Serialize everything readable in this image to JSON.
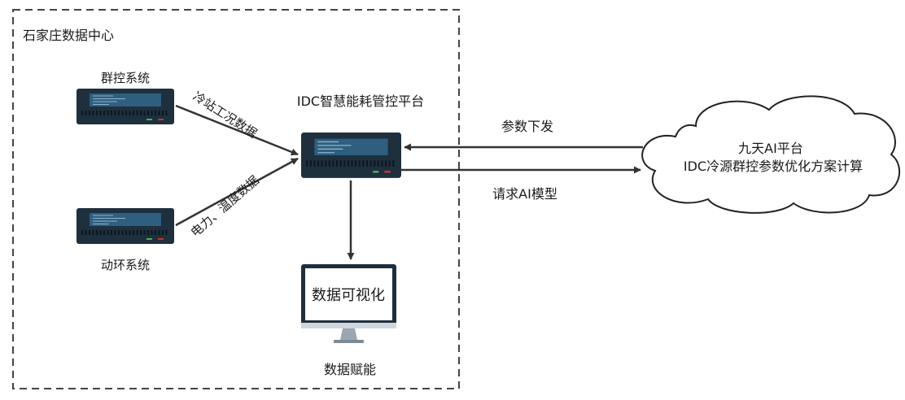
{
  "datacenter": {
    "title": "石家庄数据中心"
  },
  "nodes": {
    "group_control": {
      "label": "群控系统"
    },
    "power_env": {
      "label": "动环系统"
    },
    "idc_platform": {
      "label": "IDC智慧能耗管控平台"
    },
    "visualization": {
      "screen_text": "数据可视化",
      "caption": "数据赋能"
    },
    "ai_cloud": {
      "line1": "九天AI平台",
      "line2": "IDC冷源群控参数优化方案计算"
    }
  },
  "edges": {
    "chiller_data": "冷站工况数据",
    "power_temp_data": "电力、温度数据",
    "param_dispatch": "参数下发",
    "request_model": "请求AI模型"
  },
  "colors": {
    "server_body": "#1e2f3d",
    "server_panel": "#2f5f7f",
    "arrow": "#333333",
    "border": "#444444",
    "cloud_stroke": "#222222"
  }
}
